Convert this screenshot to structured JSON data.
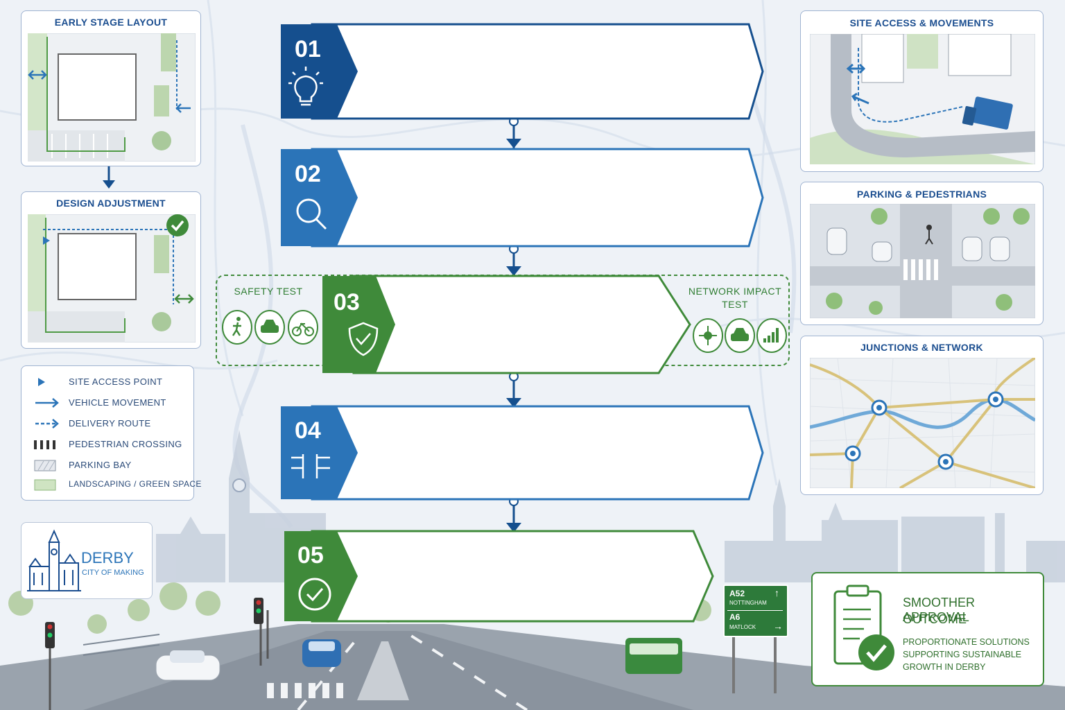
{
  "left_panels": {
    "early_stage": {
      "title": "EARLY STAGE LAYOUT"
    },
    "design_adjustment": {
      "title": "DESIGN ADJUSTMENT"
    }
  },
  "legend": [
    {
      "icon": "site-access-point-icon",
      "label": "SITE ACCESS POINT"
    },
    {
      "icon": "vehicle-movement-icon",
      "label": "VEHICLE MOVEMENT"
    },
    {
      "icon": "delivery-route-icon",
      "label": "DELIVERY ROUTE"
    },
    {
      "icon": "pedestrian-crossing-icon",
      "label": "PEDESTRIAN CROSSING"
    },
    {
      "icon": "parking-bay-icon",
      "label": "PARKING BAY"
    },
    {
      "icon": "landscaping-icon",
      "label": "LANDSCAPING / GREEN SPACE"
    }
  ],
  "logo": {
    "name": "DERBY",
    "tagline": "CITY OF MAKING"
  },
  "steps": [
    {
      "number": "01",
      "icon": "lightbulb-icon",
      "color": "#154f8e"
    },
    {
      "number": "02",
      "icon": "magnifier-icon",
      "color": "#2b74b8"
    },
    {
      "number": "03",
      "icon": "shield-check-icon",
      "color": "#3f8a3a"
    },
    {
      "number": "04",
      "icon": "junction-icon",
      "color": "#2b74b8"
    },
    {
      "number": "05",
      "icon": "checkmark-icon",
      "color": "#3f8a3a"
    }
  ],
  "safety_test": {
    "title": "SAFETY TEST",
    "icons": [
      "pedestrian-icon",
      "car-icon",
      "bicycle-icon"
    ]
  },
  "network_test": {
    "title_line1": "NETWORK IMPACT",
    "title_line2": "TEST",
    "icons": [
      "network-node-icon",
      "car-icon",
      "bar-chart-icon"
    ]
  },
  "right_panels": {
    "site_access": {
      "title": "SITE ACCESS & MOVEMENTS"
    },
    "parking": {
      "title": "PARKING & PEDESTRIANS"
    },
    "junctions": {
      "title": "JUNCTIONS & NETWORK"
    }
  },
  "road_sign": {
    "row1_road": "A52",
    "row1_dest": "NOTTINGHAM",
    "row2_road": "A6",
    "row2_dest": "MATLOCK"
  },
  "outcome": {
    "title_line1": "SMOOTHER APPROVAL",
    "title_line2": "OUTCOME",
    "desc_line1": "PROPORTIONATE SOLUTIONS",
    "desc_line2": "SUPPORTING SUSTAINABLE",
    "desc_line3": "GROWTH IN DERBY"
  },
  "colors": {
    "navy": "#154f8e",
    "blue": "#2b74b8",
    "green": "#3f8a3a",
    "bg": "#eef2f7"
  }
}
